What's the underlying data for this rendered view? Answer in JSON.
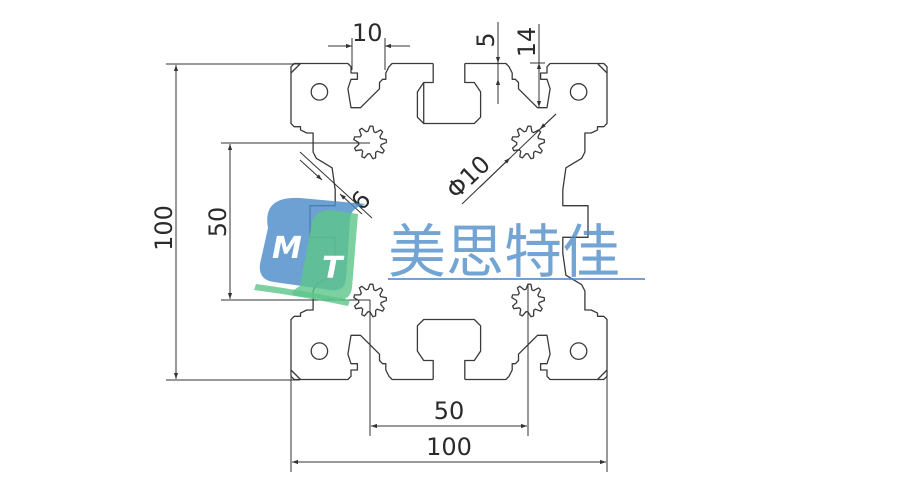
{
  "drawing": {
    "title": "100x100 aluminium extrusion profile cross-section",
    "profile": {
      "width_mm": 100,
      "height_mm": 100,
      "slot_width_mm": 10,
      "core_spacing_mm": 50,
      "core_hole_diameter_mm": 10
    },
    "dimensions": {
      "slot_opening": "10",
      "lip_thickness": "5",
      "slot_depth": "14",
      "overall_height": "100",
      "core_spacing_vertical": "50",
      "web_thickness": "6",
      "core_hole": "Φ10",
      "core_spacing_horizontal": "50",
      "overall_width": "100"
    },
    "colors": {
      "line": "#333333",
      "watermark_blue": "#4d8cc9",
      "watermark_green": "#5cc68a"
    }
  },
  "watermark": {
    "logo_letters": [
      "M",
      "T"
    ],
    "text": "美思特佳"
  }
}
